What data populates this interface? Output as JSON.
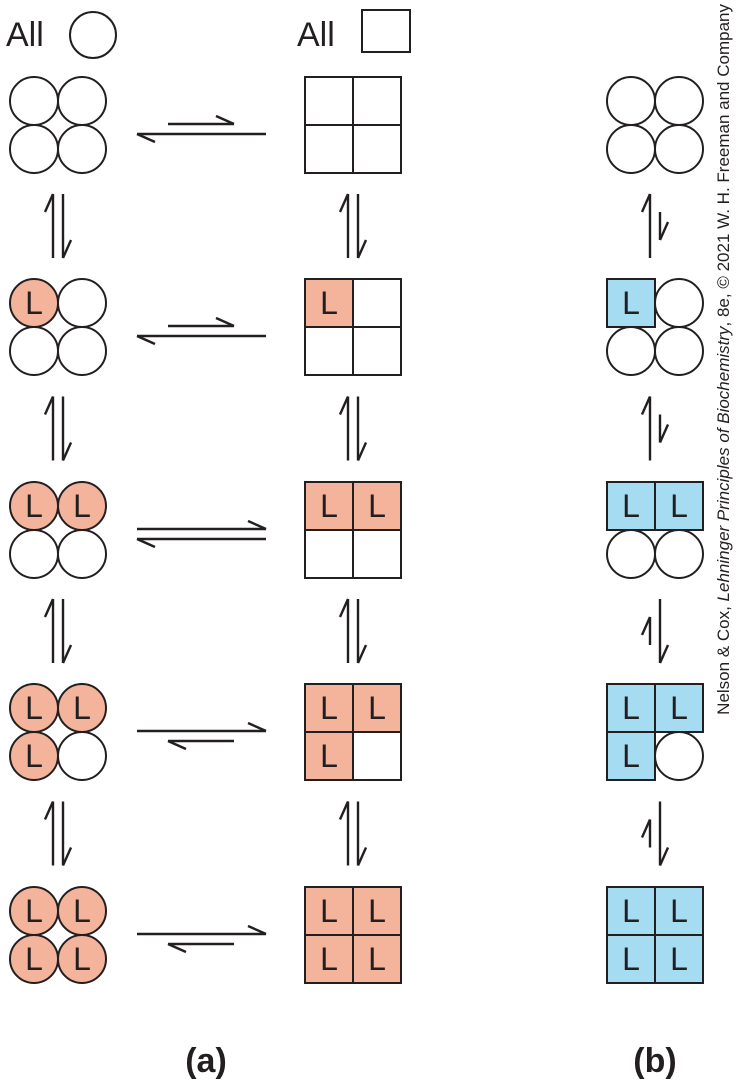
{
  "header": {
    "all_circle": "All",
    "all_square": "All"
  },
  "ligand_label": "L",
  "colors": {
    "ligand_a": "#f4b39b",
    "ligand_b": "#a6dcf1",
    "stroke": "#231f20",
    "empty": "#ffffff"
  },
  "panels": {
    "a": "(a)",
    "b": "(b)"
  },
  "credit": {
    "pre": "Nelson & Cox, ",
    "title": "Lehninger Principles of Biochemistry",
    "post": ", 8e, © 2021 W. H. Freeman and Company"
  },
  "panel_a": {
    "circle_states_bound_count": [
      0,
      1,
      2,
      3,
      4
    ],
    "square_states_bound_count": [
      0,
      1,
      2,
      3,
      4
    ],
    "horizontal_equilibria_favor": [
      "left",
      "left",
      "balanced",
      "right",
      "right"
    ]
  },
  "panel_b": {
    "states_bound_count": [
      0,
      1,
      2,
      3,
      4
    ],
    "vertical_equilibria_favor": [
      "up",
      "up",
      "down",
      "down"
    ]
  }
}
